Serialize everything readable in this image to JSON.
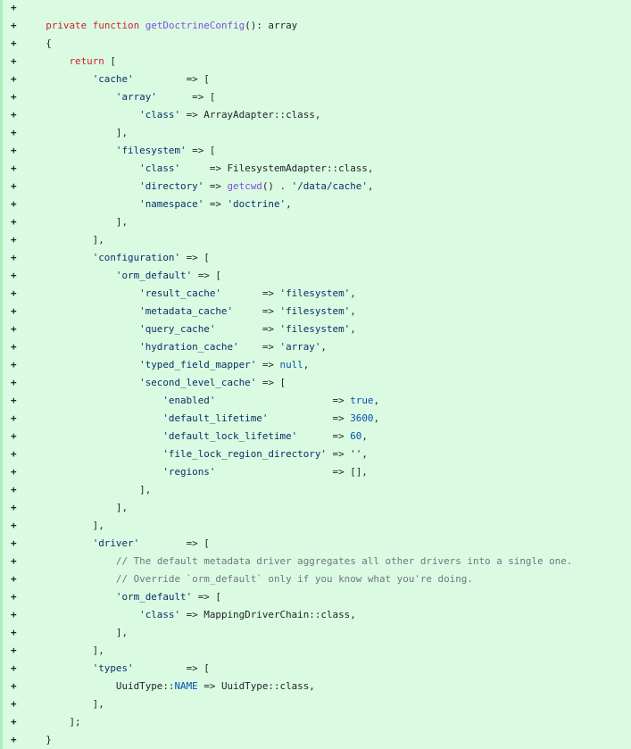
{
  "diff": {
    "marker": "+",
    "colors": {
      "background": "#dafbe1",
      "border": "#aceebb",
      "keyword": "#cf222e",
      "function": "#8250df",
      "string": "#0a3069",
      "constant": "#0550ae",
      "comment": "#6e7781",
      "text": "#1f2328"
    },
    "lines": [
      [],
      [
        [
          "    ",
          ""
        ],
        [
          "private",
          "kw"
        ],
        [
          " ",
          ""
        ],
        [
          "function",
          "kw"
        ],
        [
          " ",
          ""
        ],
        [
          "getDoctrineConfig",
          "fn"
        ],
        [
          "(): array",
          ""
        ]
      ],
      [
        [
          "    {",
          ""
        ]
      ],
      [
        [
          "        ",
          ""
        ],
        [
          "return",
          "kw"
        ],
        [
          " [",
          ""
        ]
      ],
      [
        [
          "            ",
          ""
        ],
        [
          "'cache'",
          "str"
        ],
        [
          "         => [",
          ""
        ]
      ],
      [
        [
          "                ",
          ""
        ],
        [
          "'array'",
          "str"
        ],
        [
          "      => [",
          ""
        ]
      ],
      [
        [
          "                    ",
          ""
        ],
        [
          "'class'",
          "str"
        ],
        [
          " => ArrayAdapter::class,",
          ""
        ]
      ],
      [
        [
          "                ],",
          ""
        ]
      ],
      [
        [
          "                ",
          ""
        ],
        [
          "'filesystem'",
          "str"
        ],
        [
          " => [",
          ""
        ]
      ],
      [
        [
          "                    ",
          ""
        ],
        [
          "'class'",
          "str"
        ],
        [
          "     => FilesystemAdapter::class,",
          ""
        ]
      ],
      [
        [
          "                    ",
          ""
        ],
        [
          "'directory'",
          "str"
        ],
        [
          " => ",
          ""
        ],
        [
          "getcwd",
          "fn"
        ],
        [
          "() . ",
          ""
        ],
        [
          "'/data/cache'",
          "str"
        ],
        [
          ",",
          ""
        ]
      ],
      [
        [
          "                    ",
          ""
        ],
        [
          "'namespace'",
          "str"
        ],
        [
          " => ",
          ""
        ],
        [
          "'doctrine'",
          "str"
        ],
        [
          ",",
          ""
        ]
      ],
      [
        [
          "                ],",
          ""
        ]
      ],
      [
        [
          "            ],",
          ""
        ]
      ],
      [
        [
          "            ",
          ""
        ],
        [
          "'configuration'",
          "str"
        ],
        [
          " => [",
          ""
        ]
      ],
      [
        [
          "                ",
          ""
        ],
        [
          "'orm_default'",
          "str"
        ],
        [
          " => [",
          ""
        ]
      ],
      [
        [
          "                    ",
          ""
        ],
        [
          "'result_cache'",
          "str"
        ],
        [
          "       => ",
          ""
        ],
        [
          "'filesystem'",
          "str"
        ],
        [
          ",",
          ""
        ]
      ],
      [
        [
          "                    ",
          ""
        ],
        [
          "'metadata_cache'",
          "str"
        ],
        [
          "     => ",
          ""
        ],
        [
          "'filesystem'",
          "str"
        ],
        [
          ",",
          ""
        ]
      ],
      [
        [
          "                    ",
          ""
        ],
        [
          "'query_cache'",
          "str"
        ],
        [
          "        => ",
          ""
        ],
        [
          "'filesystem'",
          "str"
        ],
        [
          ",",
          ""
        ]
      ],
      [
        [
          "                    ",
          ""
        ],
        [
          "'hydration_cache'",
          "str"
        ],
        [
          "    => ",
          ""
        ],
        [
          "'array'",
          "str"
        ],
        [
          ",",
          ""
        ]
      ],
      [
        [
          "                    ",
          ""
        ],
        [
          "'typed_field_mapper'",
          "str"
        ],
        [
          " => ",
          ""
        ],
        [
          "null",
          "const"
        ],
        [
          ",",
          ""
        ]
      ],
      [
        [
          "                    ",
          ""
        ],
        [
          "'second_level_cache'",
          "str"
        ],
        [
          " => [",
          ""
        ]
      ],
      [
        [
          "                        ",
          ""
        ],
        [
          "'enabled'",
          "str"
        ],
        [
          "                    => ",
          ""
        ],
        [
          "true",
          "const"
        ],
        [
          ",",
          ""
        ]
      ],
      [
        [
          "                        ",
          ""
        ],
        [
          "'default_lifetime'",
          "str"
        ],
        [
          "           => ",
          ""
        ],
        [
          "3600",
          "const"
        ],
        [
          ",",
          ""
        ]
      ],
      [
        [
          "                        ",
          ""
        ],
        [
          "'default_lock_lifetime'",
          "str"
        ],
        [
          "      => ",
          ""
        ],
        [
          "60",
          "const"
        ],
        [
          ",",
          ""
        ]
      ],
      [
        [
          "                        ",
          ""
        ],
        [
          "'file_lock_region_directory'",
          "str"
        ],
        [
          " => ",
          ""
        ],
        [
          "''",
          "str"
        ],
        [
          ",",
          ""
        ]
      ],
      [
        [
          "                        ",
          ""
        ],
        [
          "'regions'",
          "str"
        ],
        [
          "                    => [],",
          ""
        ]
      ],
      [
        [
          "                    ],",
          ""
        ]
      ],
      [
        [
          "                ],",
          ""
        ]
      ],
      [
        [
          "            ],",
          ""
        ]
      ],
      [
        [
          "            ",
          ""
        ],
        [
          "'driver'",
          "str"
        ],
        [
          "        => [",
          ""
        ]
      ],
      [
        [
          "                ",
          ""
        ],
        [
          "// The default metadata driver aggregates all other drivers into a single one.",
          "com"
        ]
      ],
      [
        [
          "                ",
          ""
        ],
        [
          "// Override `orm_default` only if you know what you're doing.",
          "com"
        ]
      ],
      [
        [
          "                ",
          ""
        ],
        [
          "'orm_default'",
          "str"
        ],
        [
          " => [",
          ""
        ]
      ],
      [
        [
          "                    ",
          ""
        ],
        [
          "'class'",
          "str"
        ],
        [
          " => MappingDriverChain::class,",
          ""
        ]
      ],
      [
        [
          "                ],",
          ""
        ]
      ],
      [
        [
          "            ],",
          ""
        ]
      ],
      [
        [
          "            ",
          ""
        ],
        [
          "'types'",
          "str"
        ],
        [
          "         => [",
          ""
        ]
      ],
      [
        [
          "                UuidType::",
          ""
        ],
        [
          "NAME",
          "const"
        ],
        [
          " => UuidType::class,",
          ""
        ]
      ],
      [
        [
          "            ],",
          ""
        ]
      ],
      [
        [
          "        ];",
          ""
        ]
      ],
      [
        [
          "    }",
          ""
        ]
      ]
    ]
  }
}
